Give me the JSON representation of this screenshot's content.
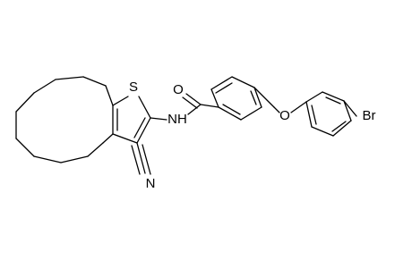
{
  "labels": {
    "sulfur": "S",
    "amide_nh": "NH",
    "carbonyl_o": "O",
    "ether_o": "O",
    "bromine": "Br",
    "nitrile_n": "N"
  }
}
